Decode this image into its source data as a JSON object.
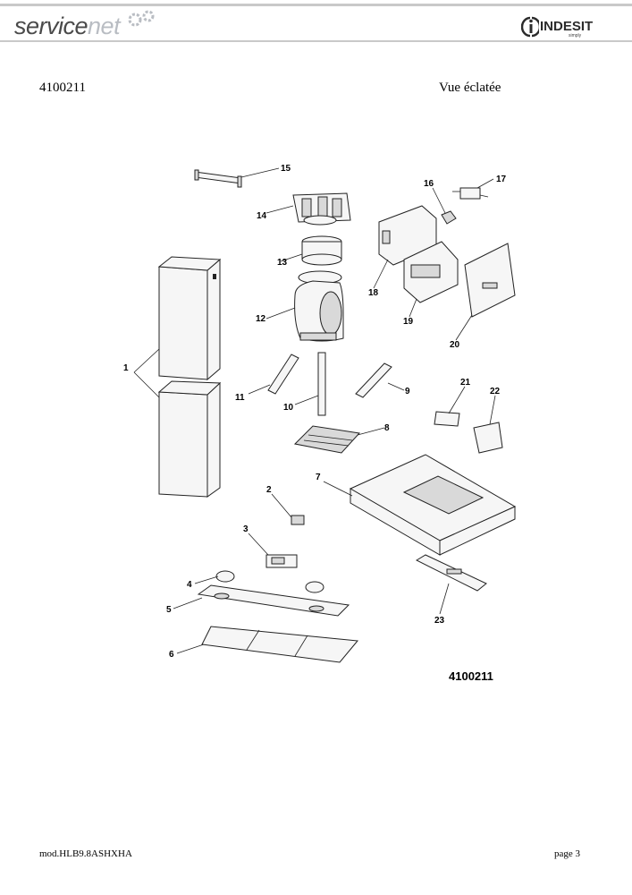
{
  "header": {
    "logo_service_part1": "service",
    "logo_service_part2": "net",
    "brand": "INDESIT",
    "brand_sub": "simply"
  },
  "document": {
    "number": "4100211",
    "view_title": "Vue éclatée",
    "diagram_reference": "4100211"
  },
  "footer": {
    "model": "mod.HLB9.8ASHXHA",
    "page": "page 3"
  },
  "parts": [
    "1",
    "2",
    "3",
    "4",
    "5",
    "6",
    "7",
    "8",
    "9",
    "10",
    "11",
    "12",
    "13",
    "14",
    "15",
    "16",
    "17",
    "18",
    "19",
    "20",
    "21",
    "22",
    "23"
  ]
}
